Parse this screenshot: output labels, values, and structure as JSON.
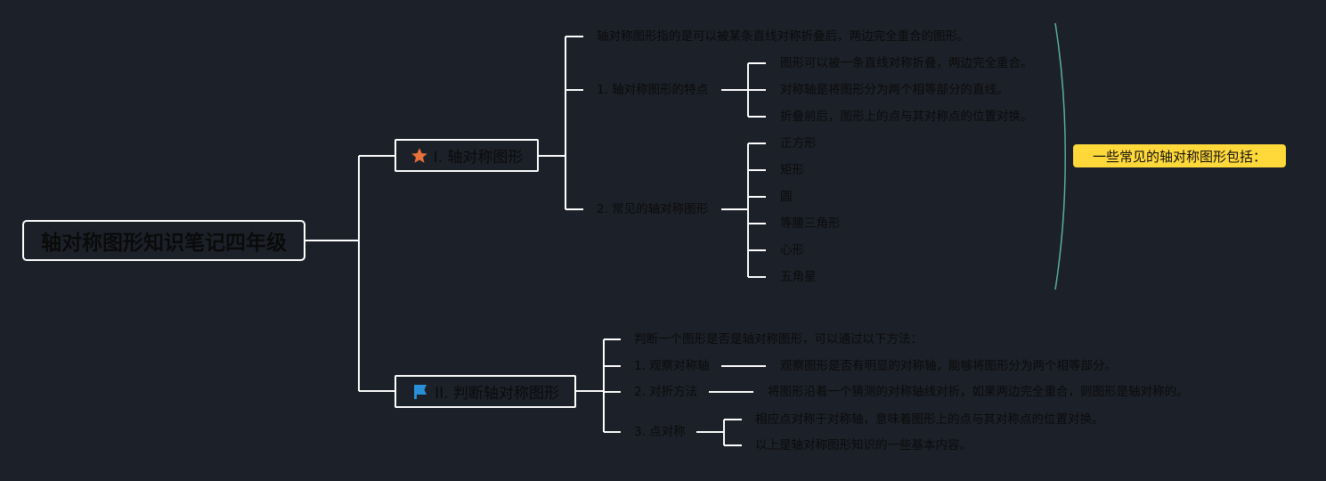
{
  "root": {
    "label": "轴对称图形知识笔记四年级"
  },
  "branches": [
    {
      "icon": "star-icon",
      "icon_color": "#e8703a",
      "label": "I. 轴对称图形",
      "children": [
        {
          "label": "轴对称图形指的是可以被某条直线对称折叠后，两边完全重合的图形。"
        },
        {
          "label": "1. 轴对称图形的特点",
          "children": [
            "图形可以被一条直线对称折叠，两边完全重合。",
            "对称轴是将图形分为两个相等部分的直线。",
            "折叠前后，图形上的点与其对称点的位置对换。"
          ]
        },
        {
          "label": "2. 常见的轴对称图形",
          "children": [
            "正方形",
            "矩形",
            "圆",
            "等腰三角形",
            "心形",
            "五角星"
          ]
        }
      ]
    },
    {
      "icon": "flag-icon",
      "icon_color": "#2a8fd6",
      "label": "II. 判断轴对称图形",
      "children": [
        {
          "label": "判断一个图形是否是轴对称图形，可以通过以下方法："
        },
        {
          "label": "1. 观察对称轴",
          "children": [
            "观察图形是否有明显的对称轴，能够将图形分为两个相等部分。"
          ]
        },
        {
          "label": "2. 对折方法",
          "children": [
            "将图形沿着一个猜测的对称轴线对折，如果两边完全重合，则图形是轴对称的。"
          ]
        },
        {
          "label": "3. 点对称",
          "children": [
            "相应点对称于对称轴，意味着图形上的点与其对称点的位置对换。",
            "以上是轴对称图形知识的一些基本内容。"
          ]
        }
      ]
    }
  ],
  "summary_callout": {
    "label": "一些常见的轴对称图形包括：",
    "color": "#ffd83a"
  },
  "colors": {
    "background": "#1c2028",
    "connector": "#ffffff",
    "bracket": "#5cae9f"
  }
}
